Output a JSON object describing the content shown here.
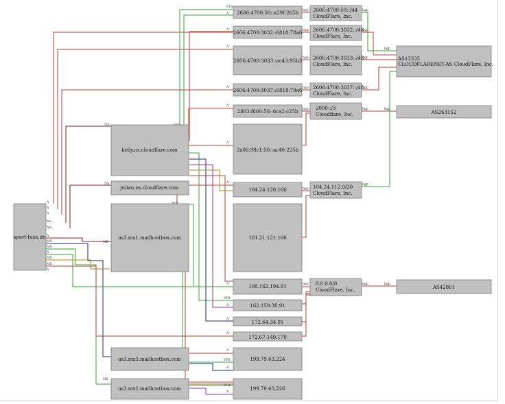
{
  "colors": {
    "a_record": "#c0392b",
    "ptr": "#2eaa2e",
    "ns": "#8b1a1a",
    "mx": "#a01414",
    "bgp": "#c0392b",
    "mx_blue": "#1a237e",
    "mx_purple": "#9c27b0",
    "mx_gold": "#b8860b"
  },
  "nodes": {
    "domain": "sport-fuxx.de",
    "ns1": "kelly.ns.cloudflare.com",
    "ns2": "julian.ns.cloudflare.com",
    "mx1": "us3.mx1.mailhostbox.com",
    "mx3": "us3.mx3.mailhostbox.com",
    "mx2": "us3.mx2.mailhostbox.com",
    "ip_v6_1": "2606:4700:50::a29f:265b",
    "ip_v6_2": "2606:4700:3032::6818:78a6",
    "ip_v6_3": "2606:4700:3033::ac43:95b3",
    "ip_v6_4": "2606:4700:3037::6818:79a6",
    "ip_v6_5": "2803:f800:50::6ca2:c25b",
    "ip_v6_6": "2a06:98c1:50::ac40:225b",
    "ip_104": "104.24.120.166",
    "ip_101": "101.21.121.166",
    "ip_108": "108.162.194.91",
    "ip_162": "162.159.38.91",
    "ip_172a": "172.64.34.91",
    "ip_172b": "172.67.149.179",
    "ip_199a": "199.79.63.224",
    "ip_199b": "199.79.63.226",
    "pfx1_a": "2606:4700:50::/44",
    "pfx1_b": "CloudFlare, Inc.",
    "pfx2_a": "2606:4700:3032::/48",
    "pfx2_b": "CloudFlare, Inc.",
    "pfx3_a": "2606:4700:3033::/48",
    "pfx3_b": "CloudFlare, Inc.",
    "pfx4_a": "2606:4700:3037::/48",
    "pfx4_b": "CloudFlare, Inc.",
    "pfx5_a": "2000::/3",
    "pfx5_b": "Cloudflare, Inc.",
    "pfx6_a": "104.24.112.0/20",
    "pfx6_b": "CloudFlare, Inc.",
    "pfx7_a": "0.0.0.0/0",
    "pfx7_b": "CloudFlare, Inc.",
    "as1_a": "AS13335",
    "as1_b": "CLOUDFLARENET-AS CloudFlare, Inc.",
    "as2": "AS263152",
    "as3": "AS42861"
  },
  "edge_labels": {
    "a": "A",
    "ptr": "PTR",
    "ns": "NS",
    "mx": "MX",
    "bgp": "bgp"
  }
}
